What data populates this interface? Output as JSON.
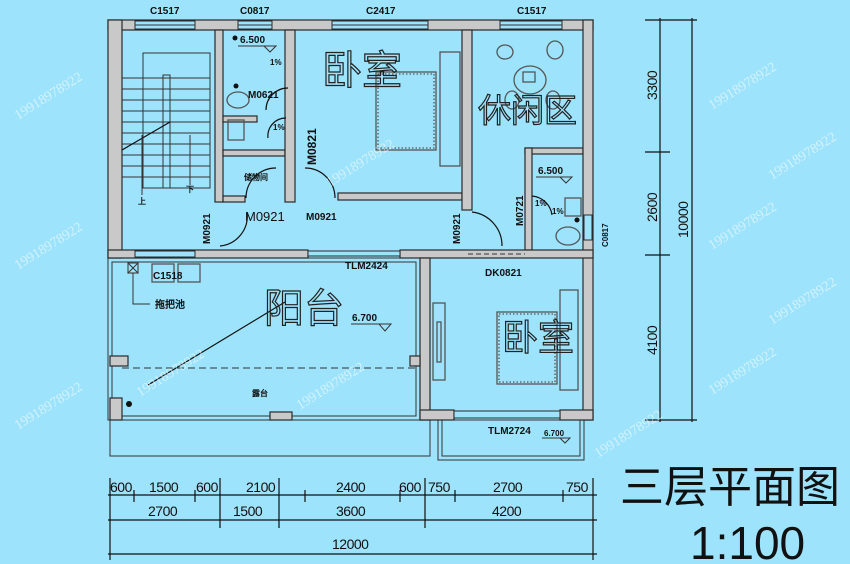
{
  "drawing": {
    "title": "三层平面图",
    "scale": "1:100",
    "watermark": "19918978922",
    "colors": {
      "background": "#9de3fb",
      "wall": "#c9c9c9",
      "line": "#2a2a2a"
    }
  },
  "rooms": {
    "bedroom1": "卧室",
    "leisure": "休闲区",
    "balcony": "阳台",
    "bedroom2": "卧室",
    "storage": "储物间",
    "terrace": "露台",
    "mop_sink": "拖把池"
  },
  "windows": {
    "w1": "C1517",
    "w2": "C0817",
    "w3": "C2417",
    "w4": "C1517",
    "w5": "C0817",
    "w6": "C1518"
  },
  "doors": {
    "d_bath1": "M0621",
    "d_bed1": "M0821",
    "d_storage": "M0921",
    "d_bed1_main": "M0921",
    "d_stair": "M0921",
    "d_leisure": "M0921",
    "d_bath2": "M0721",
    "d_bed2": "DK0821",
    "sliding1": "TLM2424",
    "sliding2": "TLM2724"
  },
  "elevations": {
    "bath1": "6.500",
    "bath2": "6.500",
    "balcony": "6.700",
    "bed2_balcony": "6.700"
  },
  "slopes": {
    "bath1": "1%",
    "bath1b": "1%",
    "bath2": "1%",
    "bath2b": "1%"
  },
  "stair": {
    "up": "上",
    "down": "下"
  },
  "dimensions": {
    "bottom_row1": [
      "600",
      "1500",
      "600",
      "2100",
      "2400",
      "600",
      "750",
      "2700",
      "750"
    ],
    "bottom_row2": [
      "2700",
      "1500",
      "3600",
      "4200"
    ],
    "bottom_total": "12000",
    "right_row1": [
      "3300",
      "2600",
      "4100"
    ],
    "right_total": "10000"
  }
}
